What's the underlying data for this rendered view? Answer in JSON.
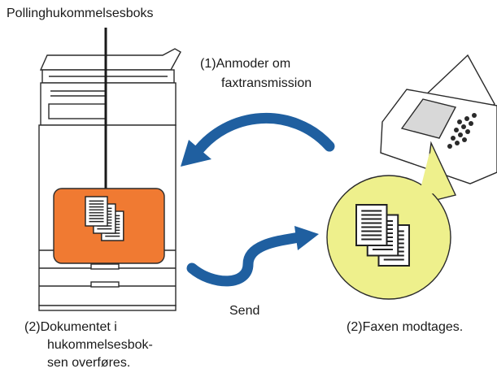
{
  "labels": {
    "polling_box": "Pollinghukommelsesboks",
    "step1_num": "(1)",
    "step1_line1": "Anmoder om",
    "step1_line2": "faxtransmission",
    "send": "Send",
    "step2_left_num": "(2)",
    "step2_left_line1": "Dokumentet i",
    "step2_left_line2": "hukommelsesbok-",
    "step2_left_line3": "sen overføres.",
    "step2_right_num": "(2)",
    "step2_right_text": "Faxen modtages."
  },
  "colors": {
    "memory_box": "#f07a32",
    "receive_circle": "#eef08c",
    "arrow": "#1f5fa0",
    "outline": "#2a2a2a"
  },
  "icons": [
    "mfp-printer-icon",
    "document-stack-icon",
    "fax-machine-icon",
    "curved-arrow-icon"
  ]
}
